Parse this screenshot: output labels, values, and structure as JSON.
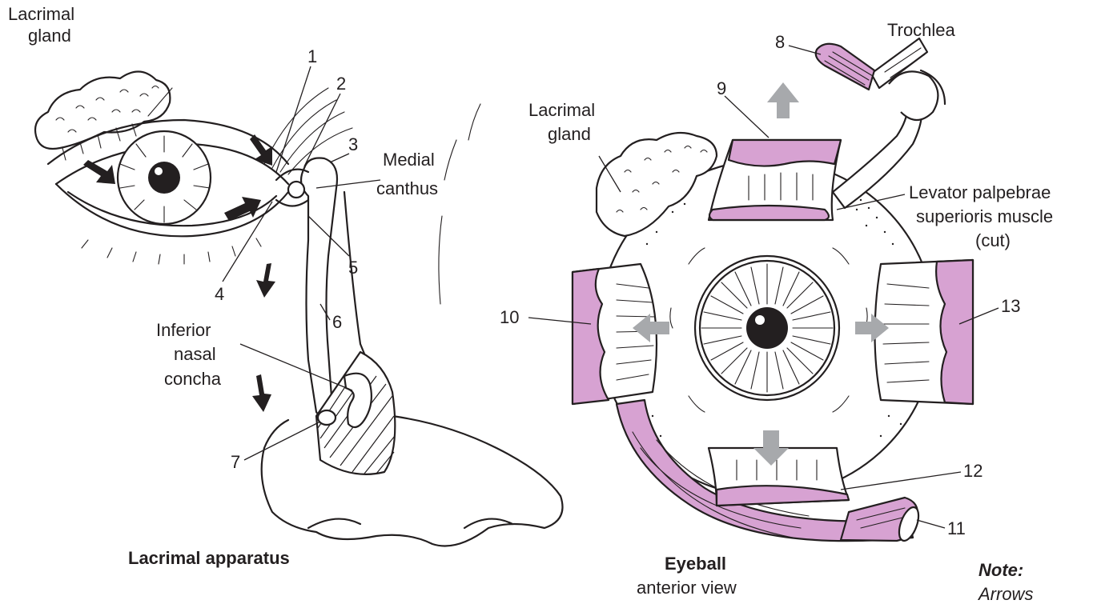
{
  "colors": {
    "ink": "#231f20",
    "muscle": "#d7a2d2",
    "arrow_gray": "#a7a9ac",
    "background": "#ffffff"
  },
  "icons": {
    "flow_arrow": "black-curved-arrow",
    "movement_arrow": "gray-block-arrow"
  },
  "lacrimal_apparatus": {
    "caption": "Lacrimal apparatus",
    "labels": {
      "lacrimal_gland_line1": "Lacrimal",
      "lacrimal_gland_line2": "gland",
      "n1": "1",
      "n2": "2",
      "n3": "3",
      "n4": "4",
      "n5": "5",
      "n6": "6",
      "n7": "7",
      "medial_canthus_line1": "Medial",
      "medial_canthus_line2": "canthus",
      "concha_line1": "Inferior",
      "concha_line2": "nasal",
      "concha_line3": "concha"
    }
  },
  "eyeball": {
    "caption": "Eyeball",
    "subcaption": "anterior view",
    "labels": {
      "n8": "8",
      "n9": "9",
      "n10": "10",
      "n11": "11",
      "n12": "12",
      "n13": "13",
      "trochlea": "Trochlea",
      "lacrimal_gland_line1": "Lacrimal",
      "lacrimal_gland_line2": "gland",
      "levator_line1": "Levator palpebrae",
      "levator_line2": "superioris muscle",
      "levator_line3": "(cut)"
    }
  },
  "note": {
    "title": "Note:",
    "text": "Arrows"
  }
}
